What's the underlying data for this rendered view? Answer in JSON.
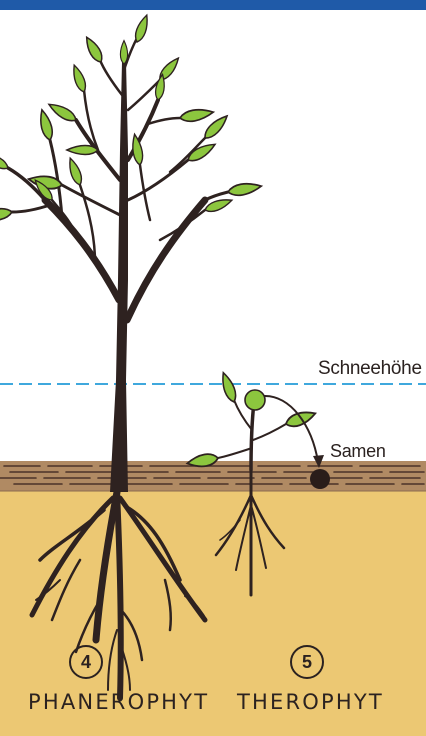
{
  "labels": {
    "snow_height": "Schneehöhe",
    "seeds": "Samen"
  },
  "plants": [
    {
      "number": "4",
      "name": "PHANEROPHYT"
    },
    {
      "number": "5",
      "name": "THEROPHYT"
    }
  ],
  "colors": {
    "sky": "#ffffff",
    "top_bar": "#1f5aa8",
    "soil": "#ecc873",
    "soil_band": "#9c7151",
    "trunk": "#2e2220",
    "leaf": "#8cc63e",
    "leaf_vein": "#2e2220",
    "snow_line": "#3fa8dd",
    "seed": "#2a1d1a",
    "text": "#2b2220"
  }
}
